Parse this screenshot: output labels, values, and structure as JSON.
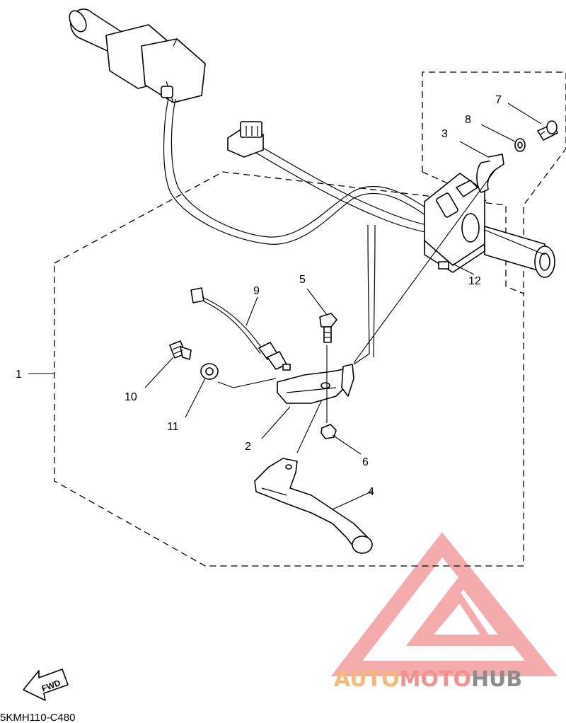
{
  "callouts": {
    "c1": "1",
    "c2": "2",
    "c3": "3",
    "c4": "4",
    "c5": "5",
    "c6": "6",
    "c7": "7",
    "c8": "8",
    "c9": "9",
    "c10": "10",
    "c11": "11",
    "c12": "12"
  },
  "fwd_label": "FWD",
  "diagram_code": "5KMH110-C480",
  "watermark": {
    "part1": "AUTO",
    "part2": "MOTO",
    "part3": "HUB",
    "color_auto": "#f6b97a",
    "color_moto": "#f2918e",
    "color_hub": "#8d8d8d",
    "logo_icon": "triangle-logo-icon"
  }
}
